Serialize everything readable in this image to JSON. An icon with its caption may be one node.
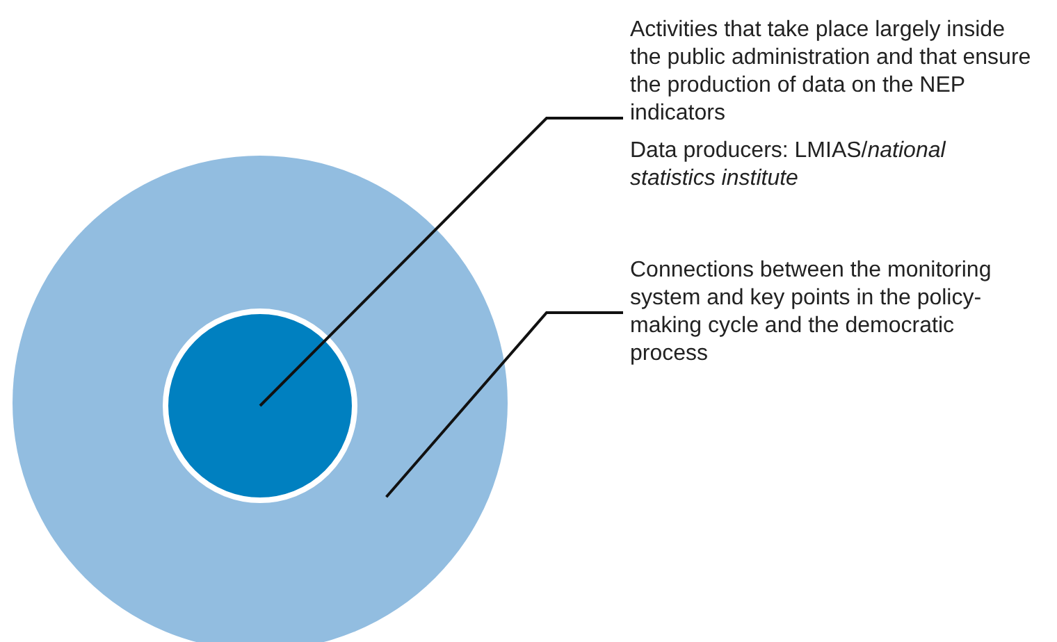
{
  "diagram": {
    "nodes": [
      {
        "text": [],
        "shape": "circle"
      },
      {
        "text": [],
        "shape": "circle",
        "in": 0
      },
      {
        "text": [
          "Activities that take place largely inside the public administration and that ensure the production of data on the NEP indicators",
          "Data producers: LMIAS/*national statistics institute*"
        ]
      },
      {
        "text": [
          "Connections between the monitoring system and key points in the policy-making cycle and the democratic process"
        ]
      }
    ],
    "edges": [
      {
        "from": 2,
        "to": 1,
        "arrow": "none"
      },
      {
        "from": 3,
        "to": 0,
        "arrow": "none"
      }
    ]
  }
}
